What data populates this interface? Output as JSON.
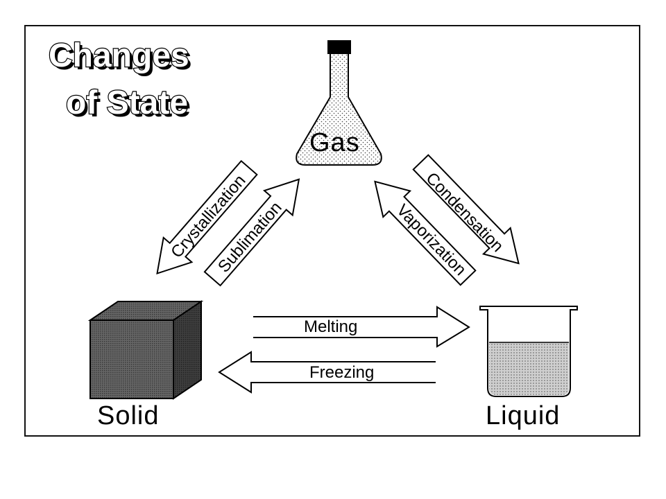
{
  "title": {
    "line1": "Changes",
    "line2": "of State"
  },
  "states": {
    "gas": "Gas",
    "solid": "Solid",
    "liquid": "Liquid"
  },
  "transitions": {
    "crystallization": "Crystallization",
    "sublimation": "Sublimation",
    "condensation": "Condensation",
    "vaporization": "Vaporization",
    "melting": "Melting",
    "freezing": "Freezing"
  }
}
